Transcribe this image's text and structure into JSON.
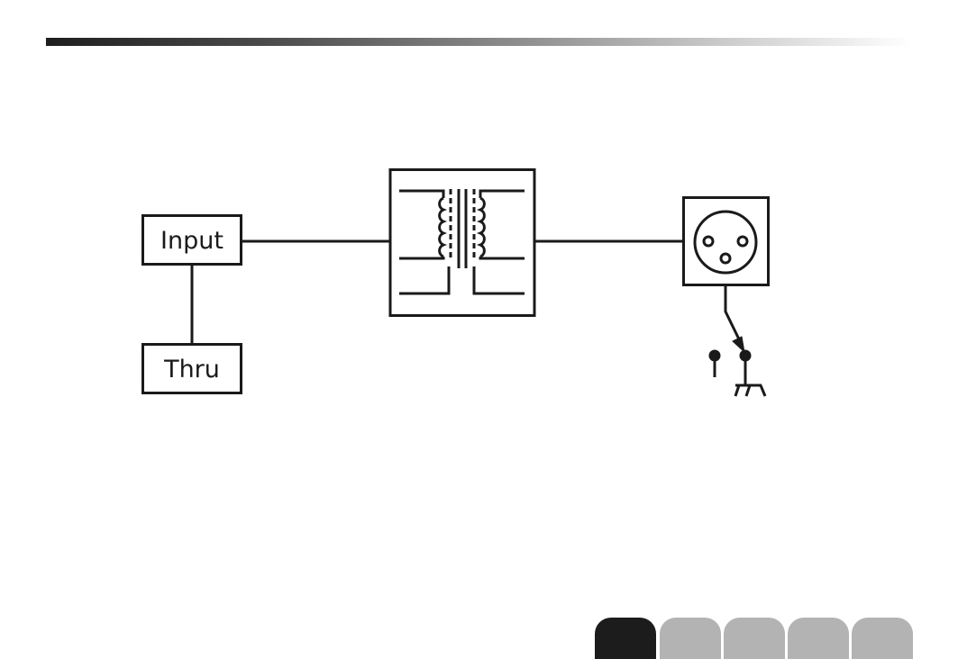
{
  "diagram": {
    "input_label": "Input",
    "thru_label": "Thru",
    "transformer_icon": "audio-isolation-transformer-icon",
    "xlr_icon": "xlr-connector-icon",
    "ground_switch_icon": "ground-lift-switch-icon",
    "ground_icon": "chassis-ground-icon"
  },
  "nav": {
    "tabs": [
      {
        "state": "active"
      },
      {
        "state": "inactive"
      },
      {
        "state": "inactive"
      },
      {
        "state": "inactive"
      },
      {
        "state": "inactive"
      }
    ]
  },
  "colors": {
    "line": "#1a1a1a",
    "tab_active": "#1c1c1c",
    "tab_inactive": "#b3b3b3"
  }
}
